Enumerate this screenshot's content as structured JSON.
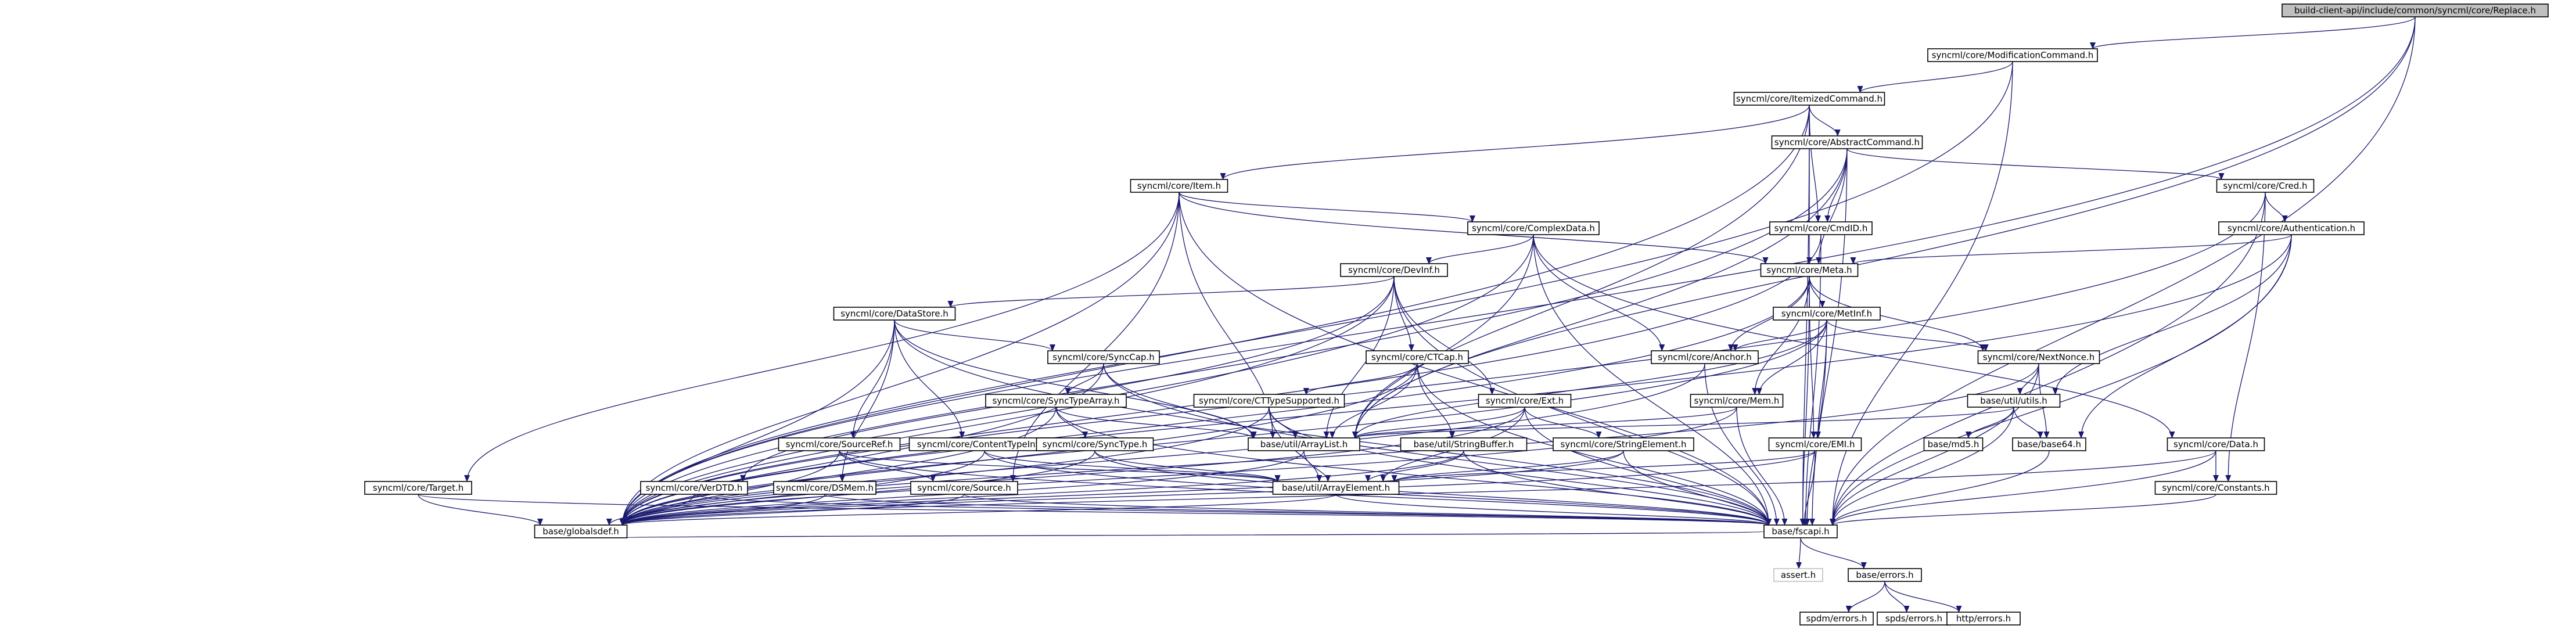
{
  "diagram": {
    "type": "include-dependency-graph",
    "colors": {
      "edge": "#191970",
      "root_fill": "#bfbfbf",
      "node_border": "#000000",
      "ghost_border": "#bfbfbf",
      "background": "#ffffff"
    },
    "nodes": [
      {
        "id": "replace",
        "label": "build-client-api/include/common/syncml/core/Replace.h",
        "style": "root"
      },
      {
        "id": "modcmd",
        "label": "syncml/core/ModificationCommand.h"
      },
      {
        "id": "itemized",
        "label": "syncml/core/ItemizedCommand.h"
      },
      {
        "id": "abstractcmd",
        "label": "syncml/core/AbstractCommand.h"
      },
      {
        "id": "item",
        "label": "syncml/core/Item.h"
      },
      {
        "id": "cred",
        "label": "syncml/core/Cred.h"
      },
      {
        "id": "cmdid",
        "label": "syncml/core/CmdID.h"
      },
      {
        "id": "complexdata",
        "label": "syncml/core/ComplexData.h"
      },
      {
        "id": "authentication",
        "label": "syncml/core/Authentication.h"
      },
      {
        "id": "devinf",
        "label": "syncml/core/DevInf.h"
      },
      {
        "id": "meta",
        "label": "syncml/core/Meta.h"
      },
      {
        "id": "datastore",
        "label": "syncml/core/DataStore.h"
      },
      {
        "id": "metinf",
        "label": "syncml/core/MetInf.h"
      },
      {
        "id": "ctcap",
        "label": "syncml/core/CTCap.h"
      },
      {
        "id": "synccap",
        "label": "syncml/core/SyncCap.h"
      },
      {
        "id": "anchor",
        "label": "syncml/core/Anchor.h"
      },
      {
        "id": "nextnonce",
        "label": "syncml/core/NextNonce.h"
      },
      {
        "id": "synctypearray",
        "label": "syncml/core/SyncTypeArray.h"
      },
      {
        "id": "cttypesupported",
        "label": "syncml/core/CTTypeSupported.h"
      },
      {
        "id": "ext",
        "label": "syncml/core/Ext.h"
      },
      {
        "id": "mem",
        "label": "syncml/core/Mem.h"
      },
      {
        "id": "utils",
        "label": "base/util/utils.h"
      },
      {
        "id": "sourceref",
        "label": "syncml/core/SourceRef.h"
      },
      {
        "id": "contenttypeinfo",
        "label": "syncml/core/ContentTypeInfo.h"
      },
      {
        "id": "synctype",
        "label": "syncml/core/SyncType.h"
      },
      {
        "id": "arraylist",
        "label": "base/util/ArrayList.h"
      },
      {
        "id": "stringbuffer",
        "label": "base/util/StringBuffer.h"
      },
      {
        "id": "stringelement",
        "label": "syncml/core/StringElement.h"
      },
      {
        "id": "emi",
        "label": "syncml/core/EMI.h"
      },
      {
        "id": "md5",
        "label": "base/md5.h"
      },
      {
        "id": "base64",
        "label": "base/base64.h"
      },
      {
        "id": "data",
        "label": "syncml/core/Data.h"
      },
      {
        "id": "target",
        "label": "syncml/core/Target.h"
      },
      {
        "id": "verdtd",
        "label": "syncml/core/VerDTD.h"
      },
      {
        "id": "dsmem",
        "label": "syncml/core/DSMem.h"
      },
      {
        "id": "source",
        "label": "syncml/core/Source.h"
      },
      {
        "id": "arrayelement",
        "label": "base/util/ArrayElement.h"
      },
      {
        "id": "constants",
        "label": "syncml/core/Constants.h"
      },
      {
        "id": "fscapi",
        "label": "base/fscapi.h"
      },
      {
        "id": "globalsdef",
        "label": "base/globalsdef.h"
      },
      {
        "id": "assert",
        "label": "assert.h",
        "style": "ghost"
      },
      {
        "id": "errors",
        "label": "base/errors.h"
      },
      {
        "id": "spdmerrors",
        "label": "spdm/errors.h"
      },
      {
        "id": "spdserrors",
        "label": "spds/errors.h"
      },
      {
        "id": "httperrors",
        "label": "http/errors.h"
      }
    ],
    "edges": [
      [
        "replace",
        "modcmd"
      ],
      [
        "replace",
        "globalsdef"
      ],
      [
        "replace",
        "arraylist"
      ],
      [
        "replace",
        "fscapi"
      ],
      [
        "modcmd",
        "itemized"
      ],
      [
        "modcmd",
        "globalsdef"
      ],
      [
        "modcmd",
        "fscapi"
      ],
      [
        "itemized",
        "abstractcmd"
      ],
      [
        "itemized",
        "item"
      ],
      [
        "itemized",
        "cmdid"
      ],
      [
        "itemized",
        "meta"
      ],
      [
        "itemized",
        "arraylist"
      ],
      [
        "itemized",
        "globalsdef"
      ],
      [
        "itemized",
        "fscapi"
      ],
      [
        "abstractcmd",
        "cred"
      ],
      [
        "abstractcmd",
        "cmdid"
      ],
      [
        "abstractcmd",
        "meta"
      ],
      [
        "abstractcmd",
        "arraylist"
      ],
      [
        "abstractcmd",
        "globalsdef"
      ],
      [
        "abstractcmd",
        "fscapi"
      ],
      [
        "item",
        "complexdata"
      ],
      [
        "item",
        "target"
      ],
      [
        "item",
        "source"
      ],
      [
        "item",
        "meta"
      ],
      [
        "item",
        "arraylist"
      ],
      [
        "item",
        "globalsdef"
      ],
      [
        "item",
        "fscapi"
      ],
      [
        "cred",
        "authentication"
      ],
      [
        "cred",
        "constants"
      ],
      [
        "cred",
        "globalsdef"
      ],
      [
        "cred",
        "fscapi"
      ],
      [
        "cmdid",
        "globalsdef"
      ],
      [
        "cmdid",
        "fscapi"
      ],
      [
        "complexdata",
        "devinf"
      ],
      [
        "complexdata",
        "anchor"
      ],
      [
        "complexdata",
        "data"
      ],
      [
        "complexdata",
        "arraylist"
      ],
      [
        "complexdata",
        "globalsdef"
      ],
      [
        "complexdata",
        "fscapi"
      ],
      [
        "authentication",
        "meta"
      ],
      [
        "authentication",
        "utils"
      ],
      [
        "authentication",
        "base64"
      ],
      [
        "authentication",
        "globalsdef"
      ],
      [
        "authentication",
        "fscapi"
      ],
      [
        "devinf",
        "datastore"
      ],
      [
        "devinf",
        "ctcap"
      ],
      [
        "devinf",
        "ext"
      ],
      [
        "devinf",
        "verdtd"
      ],
      [
        "devinf",
        "arraylist"
      ],
      [
        "devinf",
        "globalsdef"
      ],
      [
        "devinf",
        "fscapi"
      ],
      [
        "meta",
        "metinf"
      ],
      [
        "meta",
        "anchor"
      ],
      [
        "meta",
        "nextnonce"
      ],
      [
        "meta",
        "mem"
      ],
      [
        "meta",
        "emi"
      ],
      [
        "meta",
        "globalsdef"
      ],
      [
        "meta",
        "fscapi"
      ],
      [
        "datastore",
        "synccap"
      ],
      [
        "datastore",
        "sourceref"
      ],
      [
        "datastore",
        "contenttypeinfo"
      ],
      [
        "datastore",
        "dsmem"
      ],
      [
        "datastore",
        "arraylist"
      ],
      [
        "datastore",
        "globalsdef"
      ],
      [
        "datastore",
        "fscapi"
      ],
      [
        "metinf",
        "anchor"
      ],
      [
        "metinf",
        "nextnonce"
      ],
      [
        "metinf",
        "mem"
      ],
      [
        "metinf",
        "emi"
      ],
      [
        "metinf",
        "arraylist"
      ],
      [
        "metinf",
        "globalsdef"
      ],
      [
        "metinf",
        "fscapi"
      ],
      [
        "ctcap",
        "cttypesupported"
      ],
      [
        "ctcap",
        "stringbuffer"
      ],
      [
        "ctcap",
        "arraylist"
      ],
      [
        "ctcap",
        "globalsdef"
      ],
      [
        "ctcap",
        "fscapi"
      ],
      [
        "synccap",
        "synctypearray"
      ],
      [
        "synccap",
        "arraylist"
      ],
      [
        "synccap",
        "globalsdef"
      ],
      [
        "synccap",
        "fscapi"
      ],
      [
        "anchor",
        "globalsdef"
      ],
      [
        "anchor",
        "fscapi"
      ],
      [
        "nextnonce",
        "utils"
      ],
      [
        "nextnonce",
        "base64"
      ],
      [
        "nextnonce",
        "globalsdef"
      ],
      [
        "nextnonce",
        "fscapi"
      ],
      [
        "synctypearray",
        "synctype"
      ],
      [
        "synctypearray",
        "arraylist"
      ],
      [
        "synctypearray",
        "globalsdef"
      ],
      [
        "synctypearray",
        "fscapi"
      ],
      [
        "cttypesupported",
        "arraylist"
      ],
      [
        "cttypesupported",
        "arrayelement"
      ],
      [
        "cttypesupported",
        "globalsdef"
      ],
      [
        "cttypesupported",
        "fscapi"
      ],
      [
        "ext",
        "stringelement"
      ],
      [
        "ext",
        "arraylist"
      ],
      [
        "ext",
        "arrayelement"
      ],
      [
        "ext",
        "globalsdef"
      ],
      [
        "ext",
        "fscapi"
      ],
      [
        "mem",
        "arraylist"
      ],
      [
        "mem",
        "globalsdef"
      ],
      [
        "mem",
        "fscapi"
      ],
      [
        "utils",
        "md5"
      ],
      [
        "utils",
        "base64"
      ],
      [
        "utils",
        "arraylist"
      ],
      [
        "utils",
        "fscapi"
      ],
      [
        "sourceref",
        "source"
      ],
      [
        "sourceref",
        "arrayelement"
      ],
      [
        "sourceref",
        "globalsdef"
      ],
      [
        "sourceref",
        "fscapi"
      ],
      [
        "contenttypeinfo",
        "arrayelement"
      ],
      [
        "contenttypeinfo",
        "globalsdef"
      ],
      [
        "contenttypeinfo",
        "fscapi"
      ],
      [
        "synctype",
        "arrayelement"
      ],
      [
        "synctype",
        "globalsdef"
      ],
      [
        "synctype",
        "fscapi"
      ],
      [
        "arraylist",
        "arrayelement"
      ],
      [
        "arraylist",
        "globalsdef"
      ],
      [
        "stringbuffer",
        "arrayelement"
      ],
      [
        "stringbuffer",
        "globalsdef"
      ],
      [
        "stringbuffer",
        "fscapi"
      ],
      [
        "stringelement",
        "arrayelement"
      ],
      [
        "stringelement",
        "globalsdef"
      ],
      [
        "stringelement",
        "fscapi"
      ],
      [
        "emi",
        "arrayelement"
      ],
      [
        "emi",
        "globalsdef"
      ],
      [
        "emi",
        "fscapi"
      ],
      [
        "base64",
        "fscapi"
      ],
      [
        "data",
        "constants"
      ],
      [
        "data",
        "globalsdef"
      ],
      [
        "data",
        "fscapi"
      ],
      [
        "target",
        "globalsdef"
      ],
      [
        "target",
        "fscapi"
      ],
      [
        "verdtd",
        "globalsdef"
      ],
      [
        "verdtd",
        "fscapi"
      ],
      [
        "dsmem",
        "globalsdef"
      ],
      [
        "dsmem",
        "fscapi"
      ],
      [
        "source",
        "globalsdef"
      ],
      [
        "source",
        "fscapi"
      ],
      [
        "arrayelement",
        "globalsdef"
      ],
      [
        "arrayelement",
        "fscapi"
      ],
      [
        "constants",
        "fscapi"
      ],
      [
        "fscapi",
        "globalsdef"
      ],
      [
        "fscapi",
        "assert"
      ],
      [
        "fscapi",
        "errors"
      ],
      [
        "errors",
        "spdmerrors"
      ],
      [
        "errors",
        "spdserrors"
      ],
      [
        "errors",
        "httperrors"
      ]
    ]
  }
}
